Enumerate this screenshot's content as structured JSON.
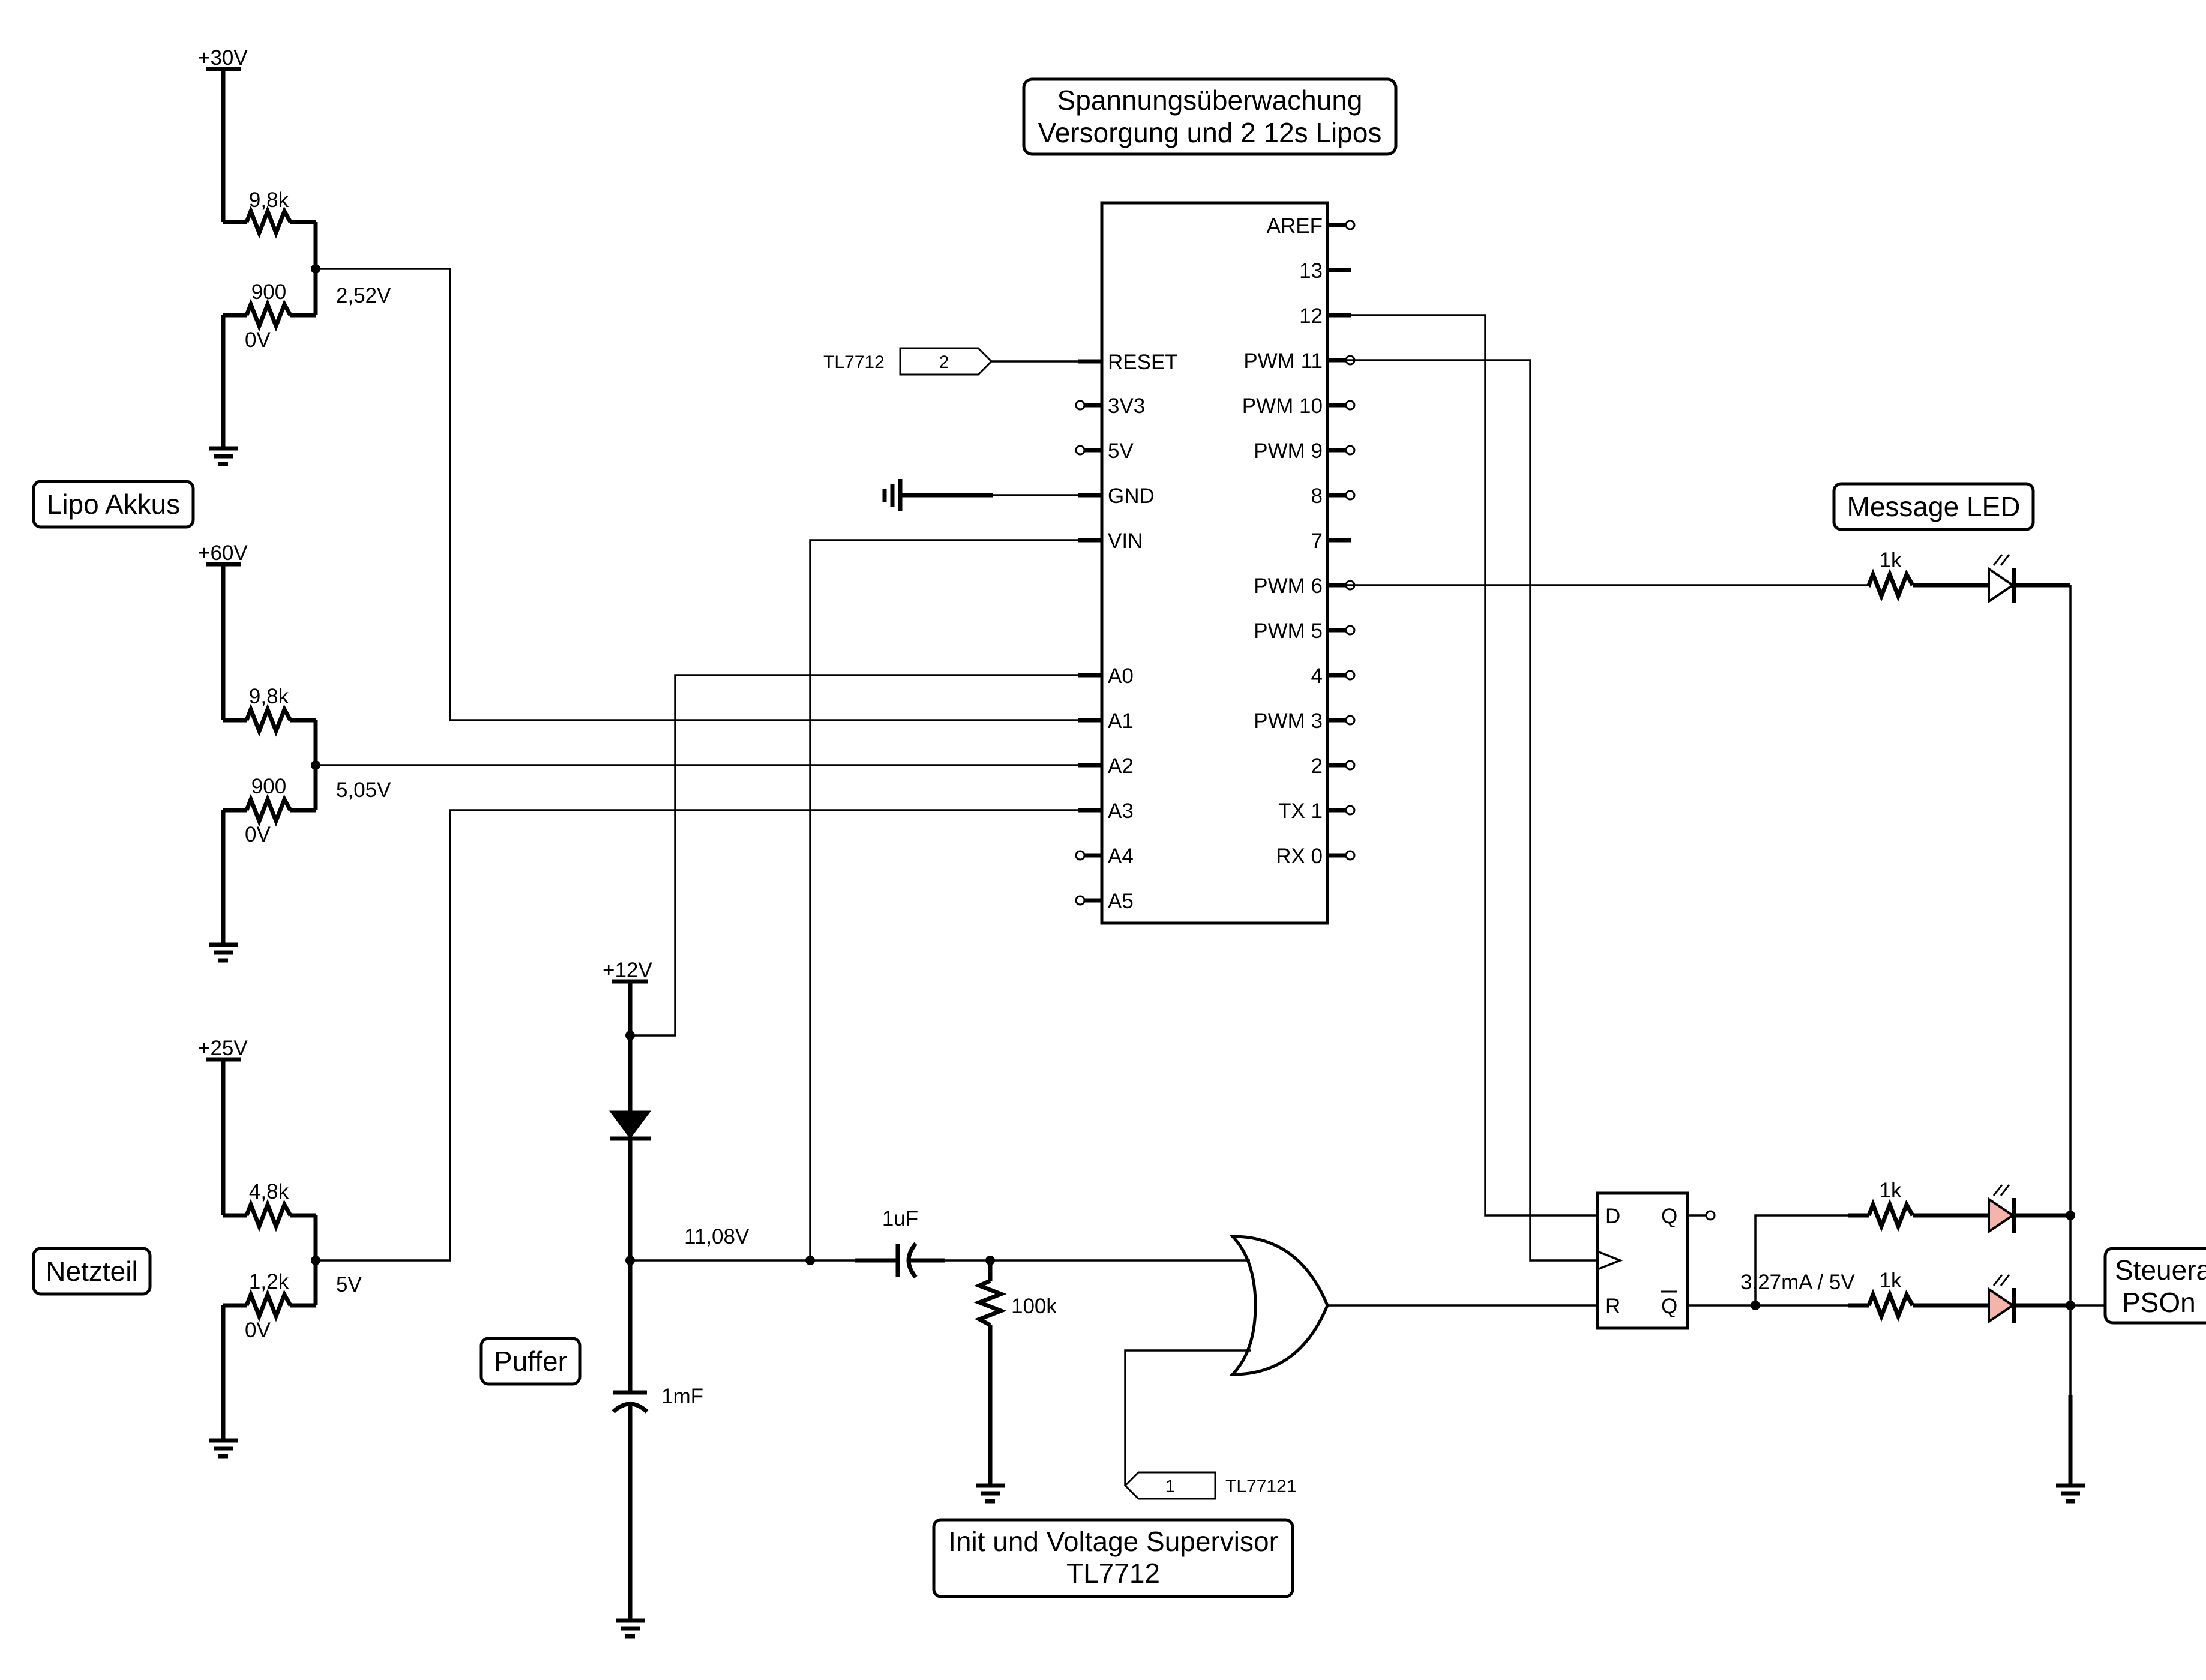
{
  "title": {
    "line1": "Spannungsüberwachung",
    "line2": "Versorgung und 2 12s Lipos"
  },
  "section_labels": {
    "lipo": "Lipo Akkus",
    "netzteil": "Netzteil",
    "puffer": "Puffer",
    "message_led": "Message LED",
    "supervisor_line1": "Init und Voltage Supervisor",
    "supervisor_line2": "TL7712",
    "steuer_line1": "Steuera",
    "steuer_line2": "PSOn"
  },
  "dividers": [
    {
      "supply": "+30V",
      "r_top": "9,8k",
      "r_bottom": "900",
      "ground": "0V",
      "tap_voltage": "2,52V"
    },
    {
      "supply": "+60V",
      "r_top": "9,8k",
      "r_bottom": "900",
      "ground": "0V",
      "tap_voltage": "5,05V"
    },
    {
      "supply": "+25V",
      "r_top": "4,8k",
      "r_bottom": "1,2k",
      "ground": "0V",
      "tap_voltage": "5V"
    }
  ],
  "mcu": {
    "left_pins": [
      "RESET",
      "3V3",
      "5V",
      "GND",
      "VIN",
      "A0",
      "A1",
      "A2",
      "A3",
      "A4",
      "A5"
    ],
    "right_pins": [
      "AREF",
      "13",
      "12",
      "PWM 11",
      "PWM 10",
      "PWM 9",
      "8",
      "7",
      "PWM 6",
      "PWM 5",
      "4",
      "PWM 3",
      "2",
      "TX 1",
      "RX 0"
    ]
  },
  "offpage": {
    "reset_ref": "TL7712",
    "reset_num": "2",
    "or_ref": "TL77121",
    "or_num": "1"
  },
  "buffer": {
    "supply": "+12V",
    "node_voltage": "11,08V",
    "cap": "1mF"
  },
  "supervisor_net": {
    "cap": "1uF",
    "resistor": "100k"
  },
  "flipflop": {
    "d": "D",
    "q": "Q",
    "r": "R",
    "qbar": "Q"
  },
  "leds": {
    "r_msg": "1k",
    "r_q": "1k",
    "r_qbar": "1k",
    "current": "3,27mA / 5V"
  },
  "colors": {
    "led_fill": "#f4b4aa",
    "line": "#000000"
  }
}
